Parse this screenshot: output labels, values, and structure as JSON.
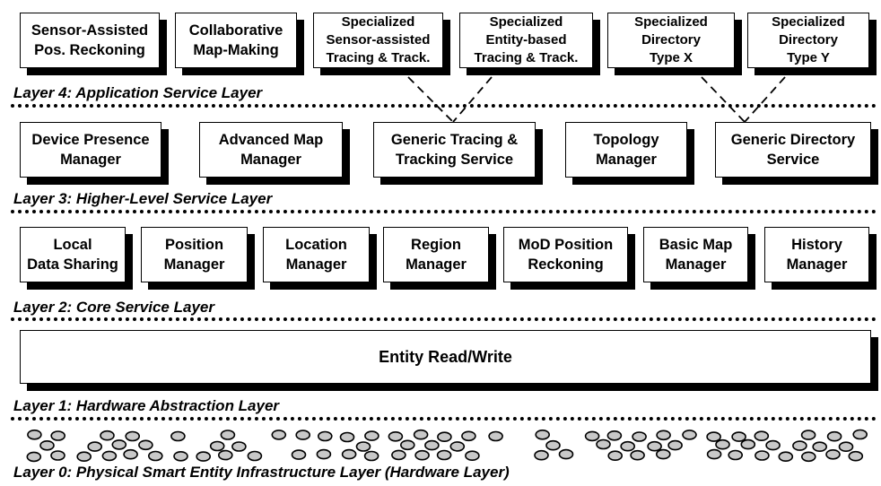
{
  "layers": {
    "layer4": {
      "label": "Layer 4: Application Service Layer",
      "boxes": [
        "Sensor-Assisted\nPos. Reckoning",
        "Collaborative\nMap-Making",
        "Specialized\nSensor-assisted\nTracing & Track.",
        "Specialized\nEntity-based\nTracing & Track.",
        "Specialized\nDirectory\nType X",
        "Specialized\nDirectory\nType Y"
      ]
    },
    "layer3": {
      "label": "Layer 3: Higher-Level Service Layer",
      "boxes": [
        "Device Presence\nManager",
        "Advanced Map\nManager",
        "Generic Tracing &\nTracking Service",
        "Topology\nManager",
        "Generic Directory\nService"
      ]
    },
    "layer2": {
      "label": "Layer 2: Core Service Layer",
      "boxes": [
        "Local\nData Sharing",
        "Position\nManager",
        "Location\nManager",
        "Region\nManager",
        "MoD Position\nReckoning",
        "Basic Map\nManager",
        "History\nManager"
      ]
    },
    "layer1": {
      "label": "Layer 1: Hardware Abstraction Layer",
      "boxes": [
        "Entity Read/Write"
      ]
    },
    "layer0": {
      "label": "Layer 0: Physical Smart Entity Infrastructure Layer (Hardware Layer)"
    }
  }
}
